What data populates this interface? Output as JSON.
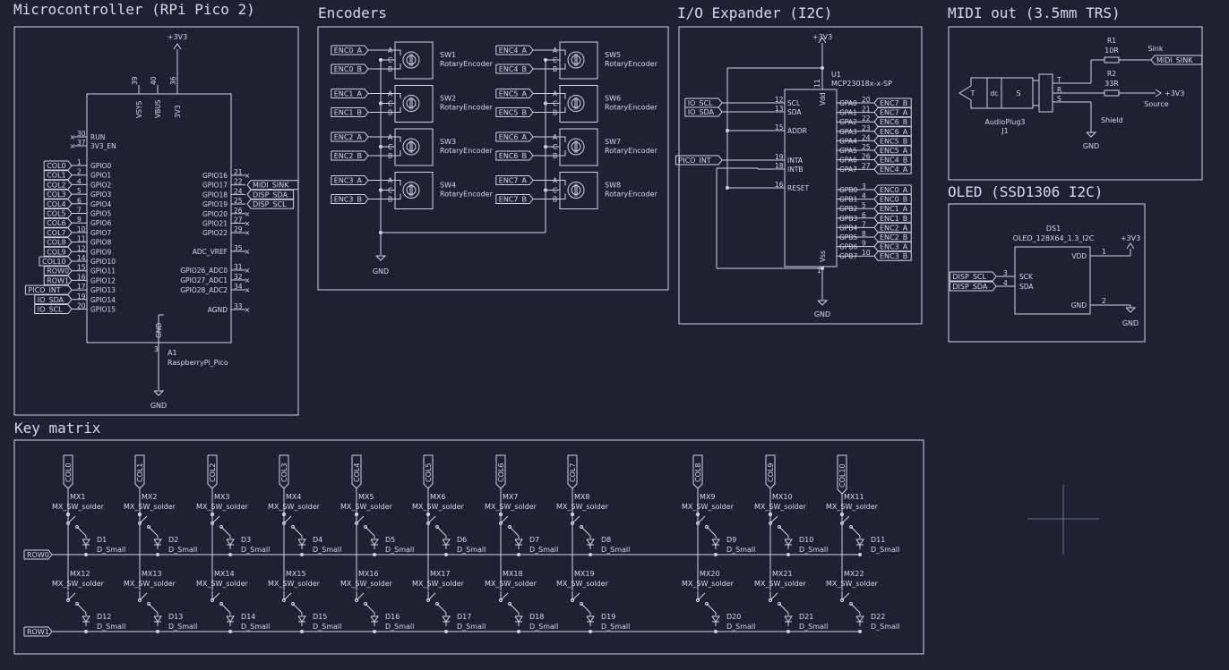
{
  "sections": {
    "mcu": "Microcontroller (RPi Pico 2)",
    "encoders": "Encoders",
    "io": "I/O Expander (I2C)",
    "midi": "MIDI out (3.5mm TRS)",
    "oled": "OLED (SSD1306 I2C)",
    "keys": "Key matrix"
  },
  "mcu": {
    "power": "+3V3",
    "gnd": "GND",
    "ref": "A1",
    "value": "RaspberryPi_Pico",
    "top_pins": [
      {
        "num": "39",
        "name": "VSYS"
      },
      {
        "num": "40",
        "name": "VBUS"
      },
      {
        "num": "36",
        "name": "3V3"
      }
    ],
    "run_pins": [
      {
        "num": "30",
        "name": "RUN"
      },
      {
        "num": "37",
        "name": "3V3_EN"
      }
    ],
    "left_pins": [
      {
        "num": "1",
        "name": "GPIO0",
        "net": "COL0"
      },
      {
        "num": "2",
        "name": "GPIO1",
        "net": "COL1"
      },
      {
        "num": "4",
        "name": "GPIO2",
        "net": "COL2"
      },
      {
        "num": "5",
        "name": "GPIO3",
        "net": "COL3"
      },
      {
        "num": "6",
        "name": "GPIO4",
        "net": "COL4"
      },
      {
        "num": "7",
        "name": "GPIO5",
        "net": "COL5"
      },
      {
        "num": "9",
        "name": "GPIO6",
        "net": "COL6"
      },
      {
        "num": "10",
        "name": "GPIO7",
        "net": "COL7"
      },
      {
        "num": "11",
        "name": "GPIO8",
        "net": "COL8"
      },
      {
        "num": "12",
        "name": "GPIO9",
        "net": "COL9"
      },
      {
        "num": "14",
        "name": "GPIO10",
        "net": "COL10"
      },
      {
        "num": "15",
        "name": "GPIO11",
        "net": "ROW0"
      },
      {
        "num": "16",
        "name": "GPIO12",
        "net": "ROW1"
      },
      {
        "num": "17",
        "name": "GPIO13",
        "net": "PICO_INT"
      },
      {
        "num": "19",
        "name": "GPIO14",
        "net": "IO_SDA"
      },
      {
        "num": "20",
        "name": "GPIO15",
        "net": "IO_SCL"
      }
    ],
    "right_pins": [
      {
        "num": "21",
        "name": "GPIO16",
        "net": ""
      },
      {
        "num": "22",
        "name": "GPIO17",
        "net": "MIDI_SINK"
      },
      {
        "num": "24",
        "name": "GPIO18",
        "net": "DISP_SDA"
      },
      {
        "num": "25",
        "name": "GPIO19",
        "net": "DISP_SCL"
      },
      {
        "num": "26",
        "name": "GPIO20",
        "net": ""
      },
      {
        "num": "27",
        "name": "GPIO21",
        "net": ""
      },
      {
        "num": "29",
        "name": "GPIO22",
        "net": ""
      }
    ],
    "right_pins2": [
      {
        "num": "35",
        "name": "ADC_VREF"
      },
      {
        "num": "31",
        "name": "GPIO26_ADC0"
      },
      {
        "num": "32",
        "name": "GPIO27_ADC1"
      },
      {
        "num": "34",
        "name": "GPIO28_ADC2"
      },
      {
        "num": "33",
        "name": "AGND"
      }
    ],
    "gnd_pin": {
      "num": "3",
      "name": "GND"
    }
  },
  "encoders": {
    "gnd": "GND",
    "pins": [
      "A",
      "C",
      "B"
    ],
    "value": "RotaryEncoder",
    "left": [
      {
        "ref": "SW1",
        "a": "ENC0_A",
        "b": "ENC0_B"
      },
      {
        "ref": "SW2",
        "a": "ENC1_A",
        "b": "ENC1_B"
      },
      {
        "ref": "SW3",
        "a": "ENC2_A",
        "b": "ENC2_B"
      },
      {
        "ref": "SW4",
        "a": "ENC3_A",
        "b": "ENC3_B"
      }
    ],
    "right": [
      {
        "ref": "SW5",
        "a": "ENC4_A",
        "b": "ENC4_B"
      },
      {
        "ref": "SW6",
        "a": "ENC5_A",
        "b": "ENC5_B"
      },
      {
        "ref": "SW7",
        "a": "ENC6_A",
        "b": "ENC6_B"
      },
      {
        "ref": "SW8",
        "a": "ENC7_A",
        "b": "ENC7_B"
      }
    ]
  },
  "io": {
    "power": "+3V3",
    "gnd": "GND",
    "ref": "U1",
    "value": "MCP23018x-x-SP",
    "vdd": {
      "num": "11",
      "name": "Vdd"
    },
    "vss": {
      "num": "1",
      "name": "Vss"
    },
    "left": [
      {
        "num": "12",
        "name": "SCL",
        "net": "IO_SCL"
      },
      {
        "num": "13",
        "name": "SDA",
        "net": "IO_SDA"
      },
      {
        "num": "15",
        "name": "ADDR",
        "net": ""
      },
      {
        "num": "19",
        "name": "INTA",
        "net": "PICO_INT"
      },
      {
        "num": "18",
        "name": "INTB",
        "net": ""
      },
      {
        "num": "16",
        "name": "RESET",
        "net": ""
      }
    ],
    "gpa": [
      {
        "num": "20",
        "name": "GPA0",
        "net": "ENC7_B"
      },
      {
        "num": "21",
        "name": "GPA1",
        "net": "ENC7_A"
      },
      {
        "num": "22",
        "name": "GPA2",
        "net": "ENC6_B"
      },
      {
        "num": "23",
        "name": "GPA3",
        "net": "ENC6_A"
      },
      {
        "num": "24",
        "name": "GPA4",
        "net": "ENC5_B"
      },
      {
        "num": "25",
        "name": "GPA5",
        "net": "ENC5_A"
      },
      {
        "num": "26",
        "name": "GPA6",
        "net": "ENC4_B"
      },
      {
        "num": "27",
        "name": "GPA7",
        "net": "ENC4_A"
      }
    ],
    "gpb": [
      {
        "num": "3",
        "name": "GPB0",
        "net": "ENC0_A"
      },
      {
        "num": "4",
        "name": "GPB1",
        "net": "ENC0_B"
      },
      {
        "num": "5",
        "name": "GPB2",
        "net": "ENC1_A"
      },
      {
        "num": "6",
        "name": "GPB3",
        "net": "ENC1_B"
      },
      {
        "num": "7",
        "name": "GPB4",
        "net": "ENC2_A"
      },
      {
        "num": "8",
        "name": "GPB5",
        "net": "ENC2_B"
      },
      {
        "num": "9",
        "name": "GPB6",
        "net": "ENC3_A"
      },
      {
        "num": "10",
        "name": "GPB7",
        "net": "ENC3_B"
      }
    ]
  },
  "midi": {
    "jack_ref": "J1",
    "jack_value": "AudioPlug3",
    "jack_letters": [
      "T",
      "dc",
      "S"
    ],
    "pins": [
      "T",
      "R",
      "S"
    ],
    "r1_ref": "R1",
    "r1_value": "10R",
    "r2_ref": "R2",
    "r2_value": "33R",
    "sink_label": "Sink",
    "sink_net": "MIDI_SINK",
    "source_label": "Source",
    "power": "+3V3",
    "shield_label": "Shield",
    "gnd": "GND"
  },
  "oled": {
    "ref": "DS1",
    "value": "OLED_128X64_1.3_I2C",
    "power": "+3V3",
    "gnd": "GND",
    "left": [
      {
        "num": "3",
        "name": "SCK",
        "net": "DISP_SCL"
      },
      {
        "num": "4",
        "name": "SDA",
        "net": "DISP_SDA"
      }
    ],
    "right": [
      {
        "num": "1",
        "name": "VDD"
      },
      {
        "num": "2",
        "name": "GND"
      }
    ]
  },
  "keys": {
    "switch_value": "MX_SW_solder",
    "diode_value": "D_Small",
    "rows": [
      "ROW0",
      "ROW1"
    ],
    "columns": [
      "COL0",
      "COL1",
      "COL2",
      "COL3",
      "COL4",
      "COL5",
      "COL6",
      "COL7",
      "COL8",
      "COL9",
      "COL10"
    ],
    "row0_switches": [
      "MX1",
      "MX2",
      "MX3",
      "MX4",
      "MX5",
      "MX6",
      "MX7",
      "MX8",
      "MX9",
      "MX10",
      "MX11"
    ],
    "row0_diodes": [
      "D1",
      "D2",
      "D3",
      "D4",
      "D5",
      "D6",
      "D7",
      "D8",
      "D9",
      "D10",
      "D11"
    ],
    "row1_switches": [
      "MX12",
      "MX13",
      "MX14",
      "MX15",
      "MX16",
      "MX17",
      "MX18",
      "MX19",
      "MX20",
      "MX21",
      "MX22"
    ],
    "row1_diodes": [
      "D12",
      "D13",
      "D14",
      "D15",
      "D16",
      "D17",
      "D18",
      "D19",
      "D20",
      "D21",
      "D22"
    ]
  },
  "colors": {
    "background": "#1f2131",
    "ink": "#d4cfe6"
  }
}
